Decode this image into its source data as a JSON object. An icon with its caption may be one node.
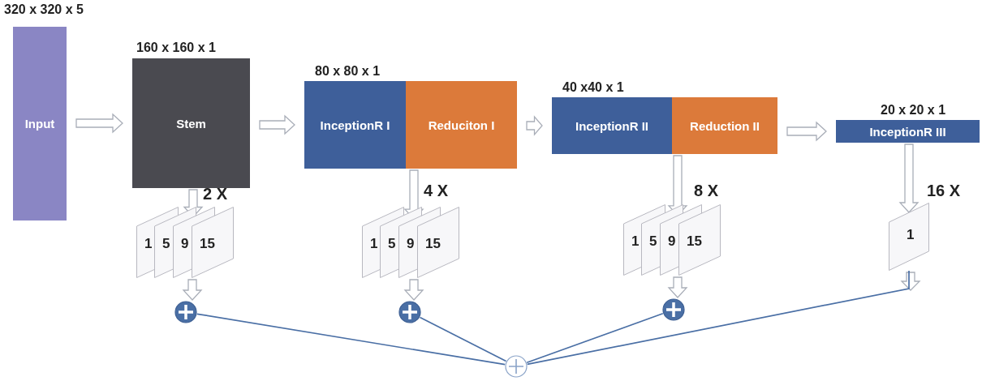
{
  "diagram": {
    "nodes": [
      {
        "text": [
          "Input"
        ],
        "beside": [
          "320 x 320 x 5"
        ]
      },
      {
        "text": [
          "Stem"
        ],
        "beside": [
          "160 x 160 x 1"
        ]
      },
      {
        "text": [
          "InceptionR I"
        ],
        "beside": [
          "80 x 80 x 1"
        ]
      },
      {
        "text": [
          "Reduciton I"
        ]
      },
      {
        "text": [
          "InceptionR II"
        ],
        "beside": [
          "40 x40 x 1"
        ]
      },
      {
        "text": [
          "Reduction II"
        ]
      },
      {
        "text": [
          "InceptionR III"
        ],
        "beside": [
          "20 x 20 x 1"
        ]
      },
      {
        "text": [
          "1"
        ]
      },
      {
        "text": [
          "5"
        ]
      },
      {
        "text": [
          "9"
        ]
      },
      {
        "text": [
          "15"
        ]
      },
      {
        "text": [
          "1"
        ]
      },
      {
        "text": [
          "5"
        ]
      },
      {
        "text": [
          "9"
        ]
      },
      {
        "text": [
          "15"
        ]
      },
      {
        "text": [
          "1"
        ]
      },
      {
        "text": [
          "5"
        ]
      },
      {
        "text": [
          "9"
        ]
      },
      {
        "text": [
          "15"
        ]
      },
      {
        "text": [
          "1"
        ]
      },
      {
        "text": [],
        "shape": "circle"
      },
      {
        "text": [],
        "shape": "circle"
      },
      {
        "text": [],
        "shape": "circle"
      },
      {
        "text": [],
        "shape": "circle"
      }
    ],
    "edges": [
      {
        "from": 0,
        "to": 1,
        "arrow": "to"
      },
      {
        "from": 1,
        "to": 2,
        "arrow": "to"
      },
      {
        "from": 3,
        "to": 4,
        "arrow": "to"
      },
      {
        "from": 5,
        "to": 6,
        "arrow": "to"
      },
      {
        "from": 1,
        "to": 9,
        "arrow": "to"
      },
      {
        "from": 3,
        "to": 13,
        "arrow": "to"
      },
      {
        "from": 5,
        "to": 17,
        "arrow": "to"
      },
      {
        "from": 6,
        "to": 19,
        "arrow": "to"
      },
      {
        "from": 9,
        "to": 20,
        "arrow": "to"
      },
      {
        "from": 13,
        "to": 21,
        "arrow": "to"
      },
      {
        "from": 17,
        "to": 22,
        "arrow": "to"
      },
      {
        "from": 19,
        "to": null,
        "arrow": "to"
      },
      {
        "from": 20,
        "to": 23,
        "arrow": "none",
        "color": "#4a6fa5"
      },
      {
        "from": 21,
        "to": 23,
        "arrow": "none",
        "color": "#4a6fa5"
      },
      {
        "from": 22,
        "to": 23,
        "arrow": "none",
        "color": "#4a6fa5"
      },
      {
        "from": 19,
        "to": 23,
        "arrow": "none",
        "color": "#4a6fa5"
      }
    ],
    "labels": [
      "2 X",
      "4 X",
      "8 X",
      "16 X"
    ]
  }
}
